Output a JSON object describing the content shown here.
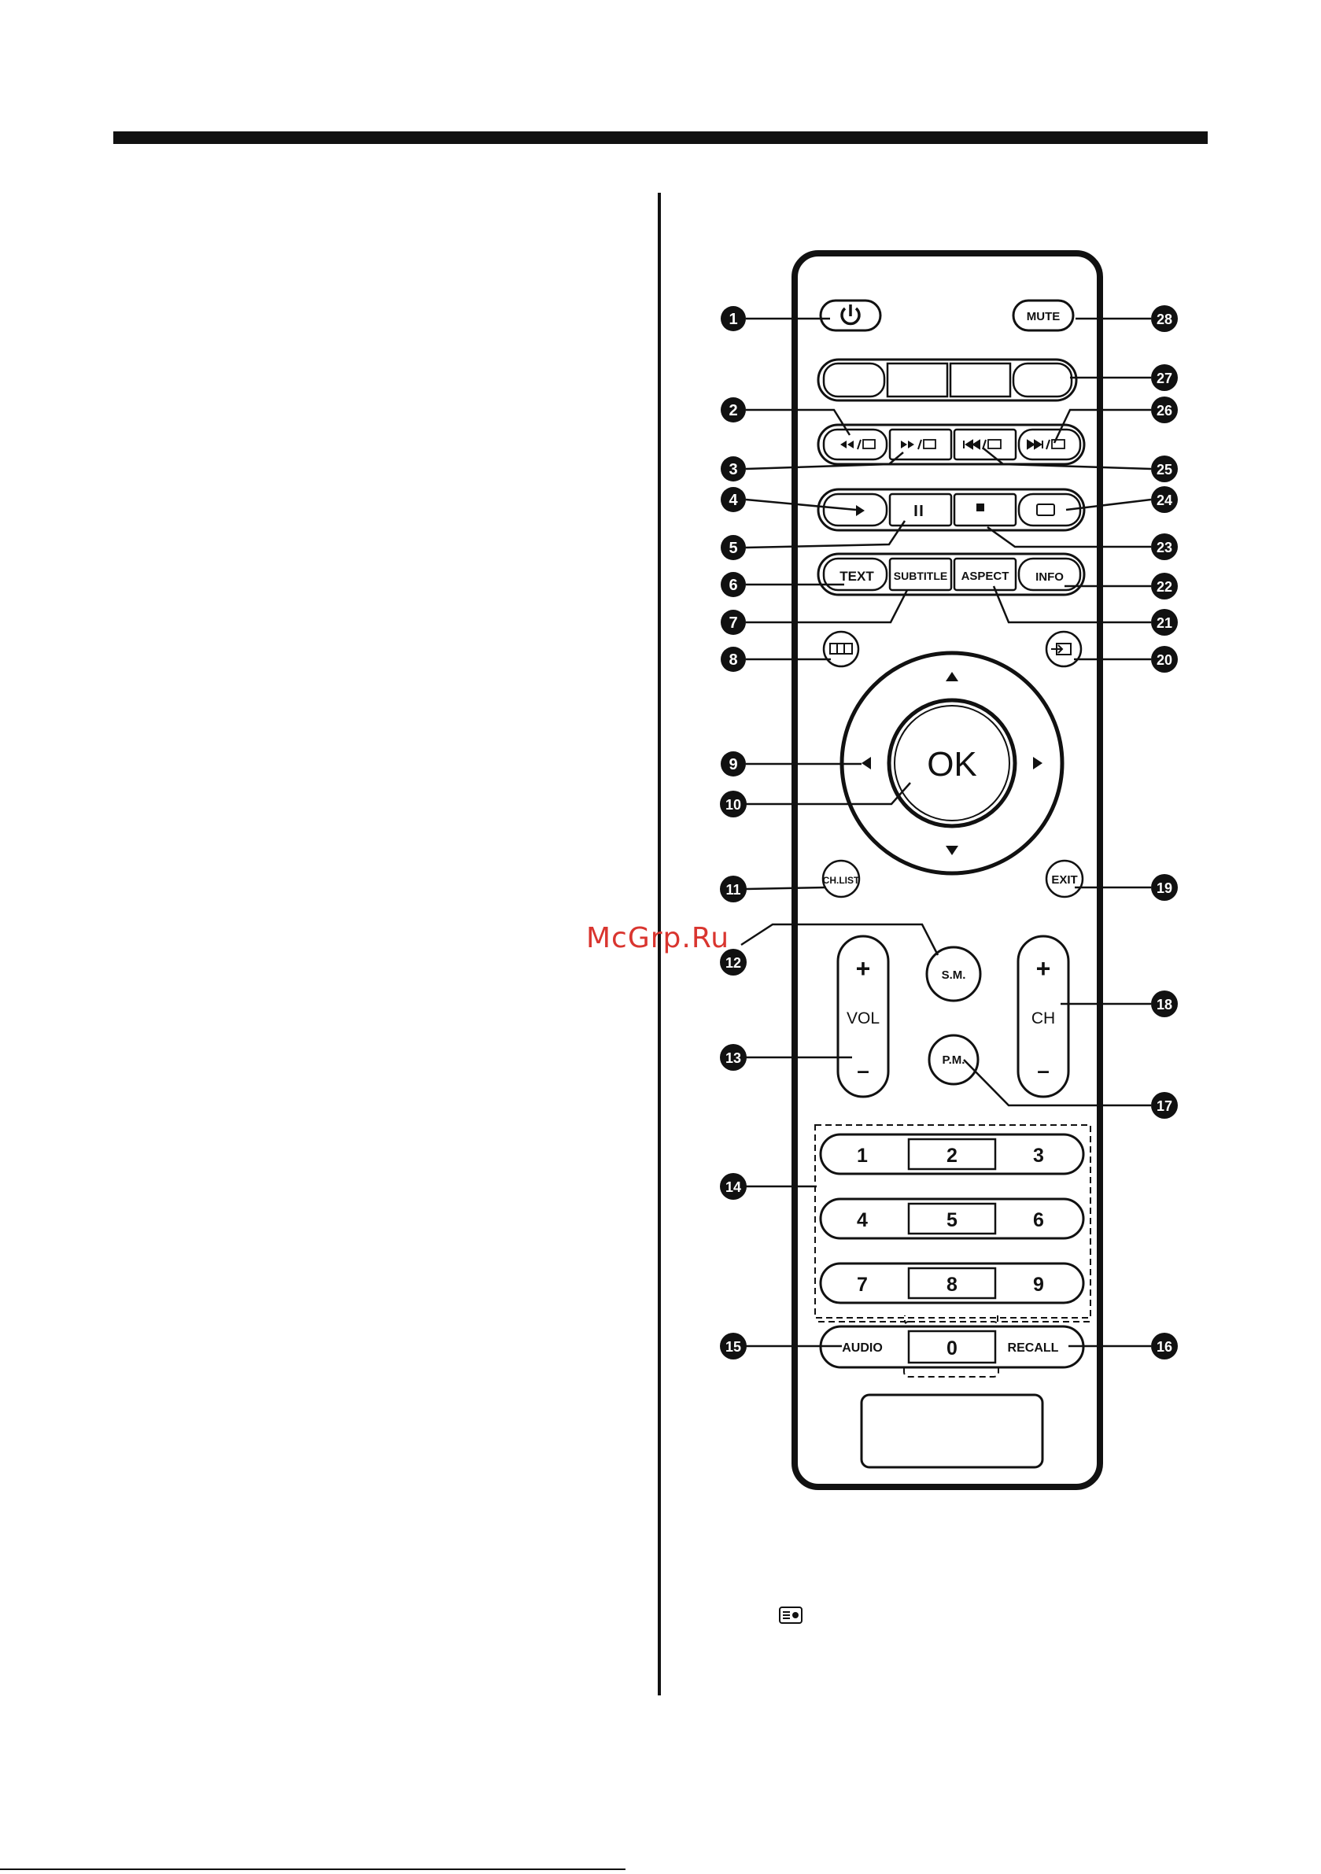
{
  "watermark": "McGrp.Ru",
  "colors": {
    "ink": "#111111",
    "paper": "#ffffff",
    "watermark": "#d9352f"
  },
  "remote": {
    "buttons": {
      "mute": "MUTE",
      "text": "TEXT",
      "subtitle": "SUBTITLE",
      "aspect": "ASPECT",
      "info": "INFO",
      "ok": "OK",
      "ch_list": "CH.LIST",
      "exit": "EXIT",
      "sm": "S.M.",
      "pm": "P.M.",
      "vol": "VOL",
      "ch": "CH",
      "plus": "+",
      "minus": "–",
      "audio": "AUDIO",
      "recall": "RECALL",
      "digits": [
        "1",
        "2",
        "3",
        "4",
        "5",
        "6",
        "7",
        "8",
        "9",
        "0"
      ]
    },
    "icons": {
      "power": "power-icon",
      "rewind": "rewind-icon",
      "fast_forward": "fast-forward-icon",
      "prev": "skip-previous-icon",
      "next": "skip-next-icon",
      "play": "play-icon",
      "pause": "pause-icon",
      "stop": "stop-icon",
      "teletext": "teletext-icon",
      "epg": "epg-icon",
      "source": "source-icon"
    },
    "callouts": [
      "1",
      "2",
      "3",
      "4",
      "5",
      "6",
      "7",
      "8",
      "9",
      "10",
      "11",
      "12",
      "13",
      "14",
      "15",
      "16",
      "17",
      "18",
      "19",
      "20",
      "21",
      "22",
      "23",
      "24",
      "25",
      "26",
      "27",
      "28"
    ]
  }
}
